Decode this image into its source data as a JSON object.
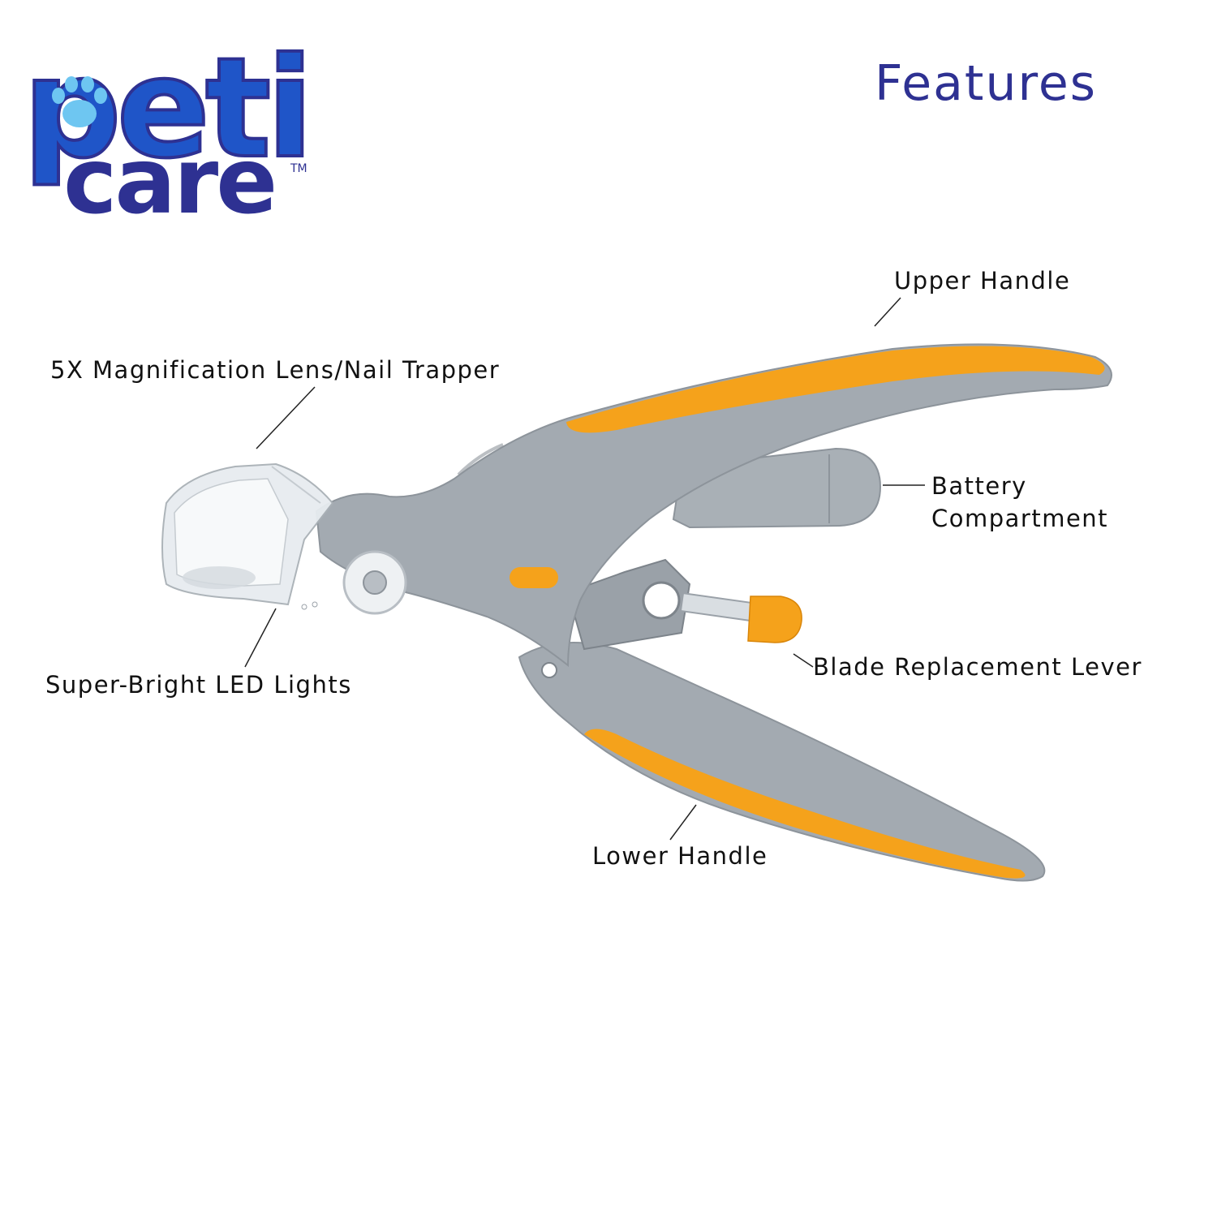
{
  "brand": {
    "name_line1": "peti",
    "name_line2": "care",
    "trademark": "TM",
    "colors": {
      "primary": "#2e3192",
      "secondary": "#1e6fd6",
      "paw": "#6ec6f1"
    },
    "paw_icon": "paw-icon"
  },
  "header": {
    "title": "Features"
  },
  "product": {
    "colors": {
      "body": "#a3aab1",
      "body_shade": "#8d949b",
      "accent": "#f5a21b",
      "lens": "#e7ecf0"
    }
  },
  "callouts": {
    "upper_handle": "Upper Handle",
    "magnification_lens": "5X Magnification Lens/Nail Trapper",
    "battery_line1": "Battery",
    "battery_line2": "Compartment",
    "led_lights": "Super-Bright LED Lights",
    "blade_lever": "Blade Replacement Lever",
    "lower_handle": "Lower Handle"
  }
}
